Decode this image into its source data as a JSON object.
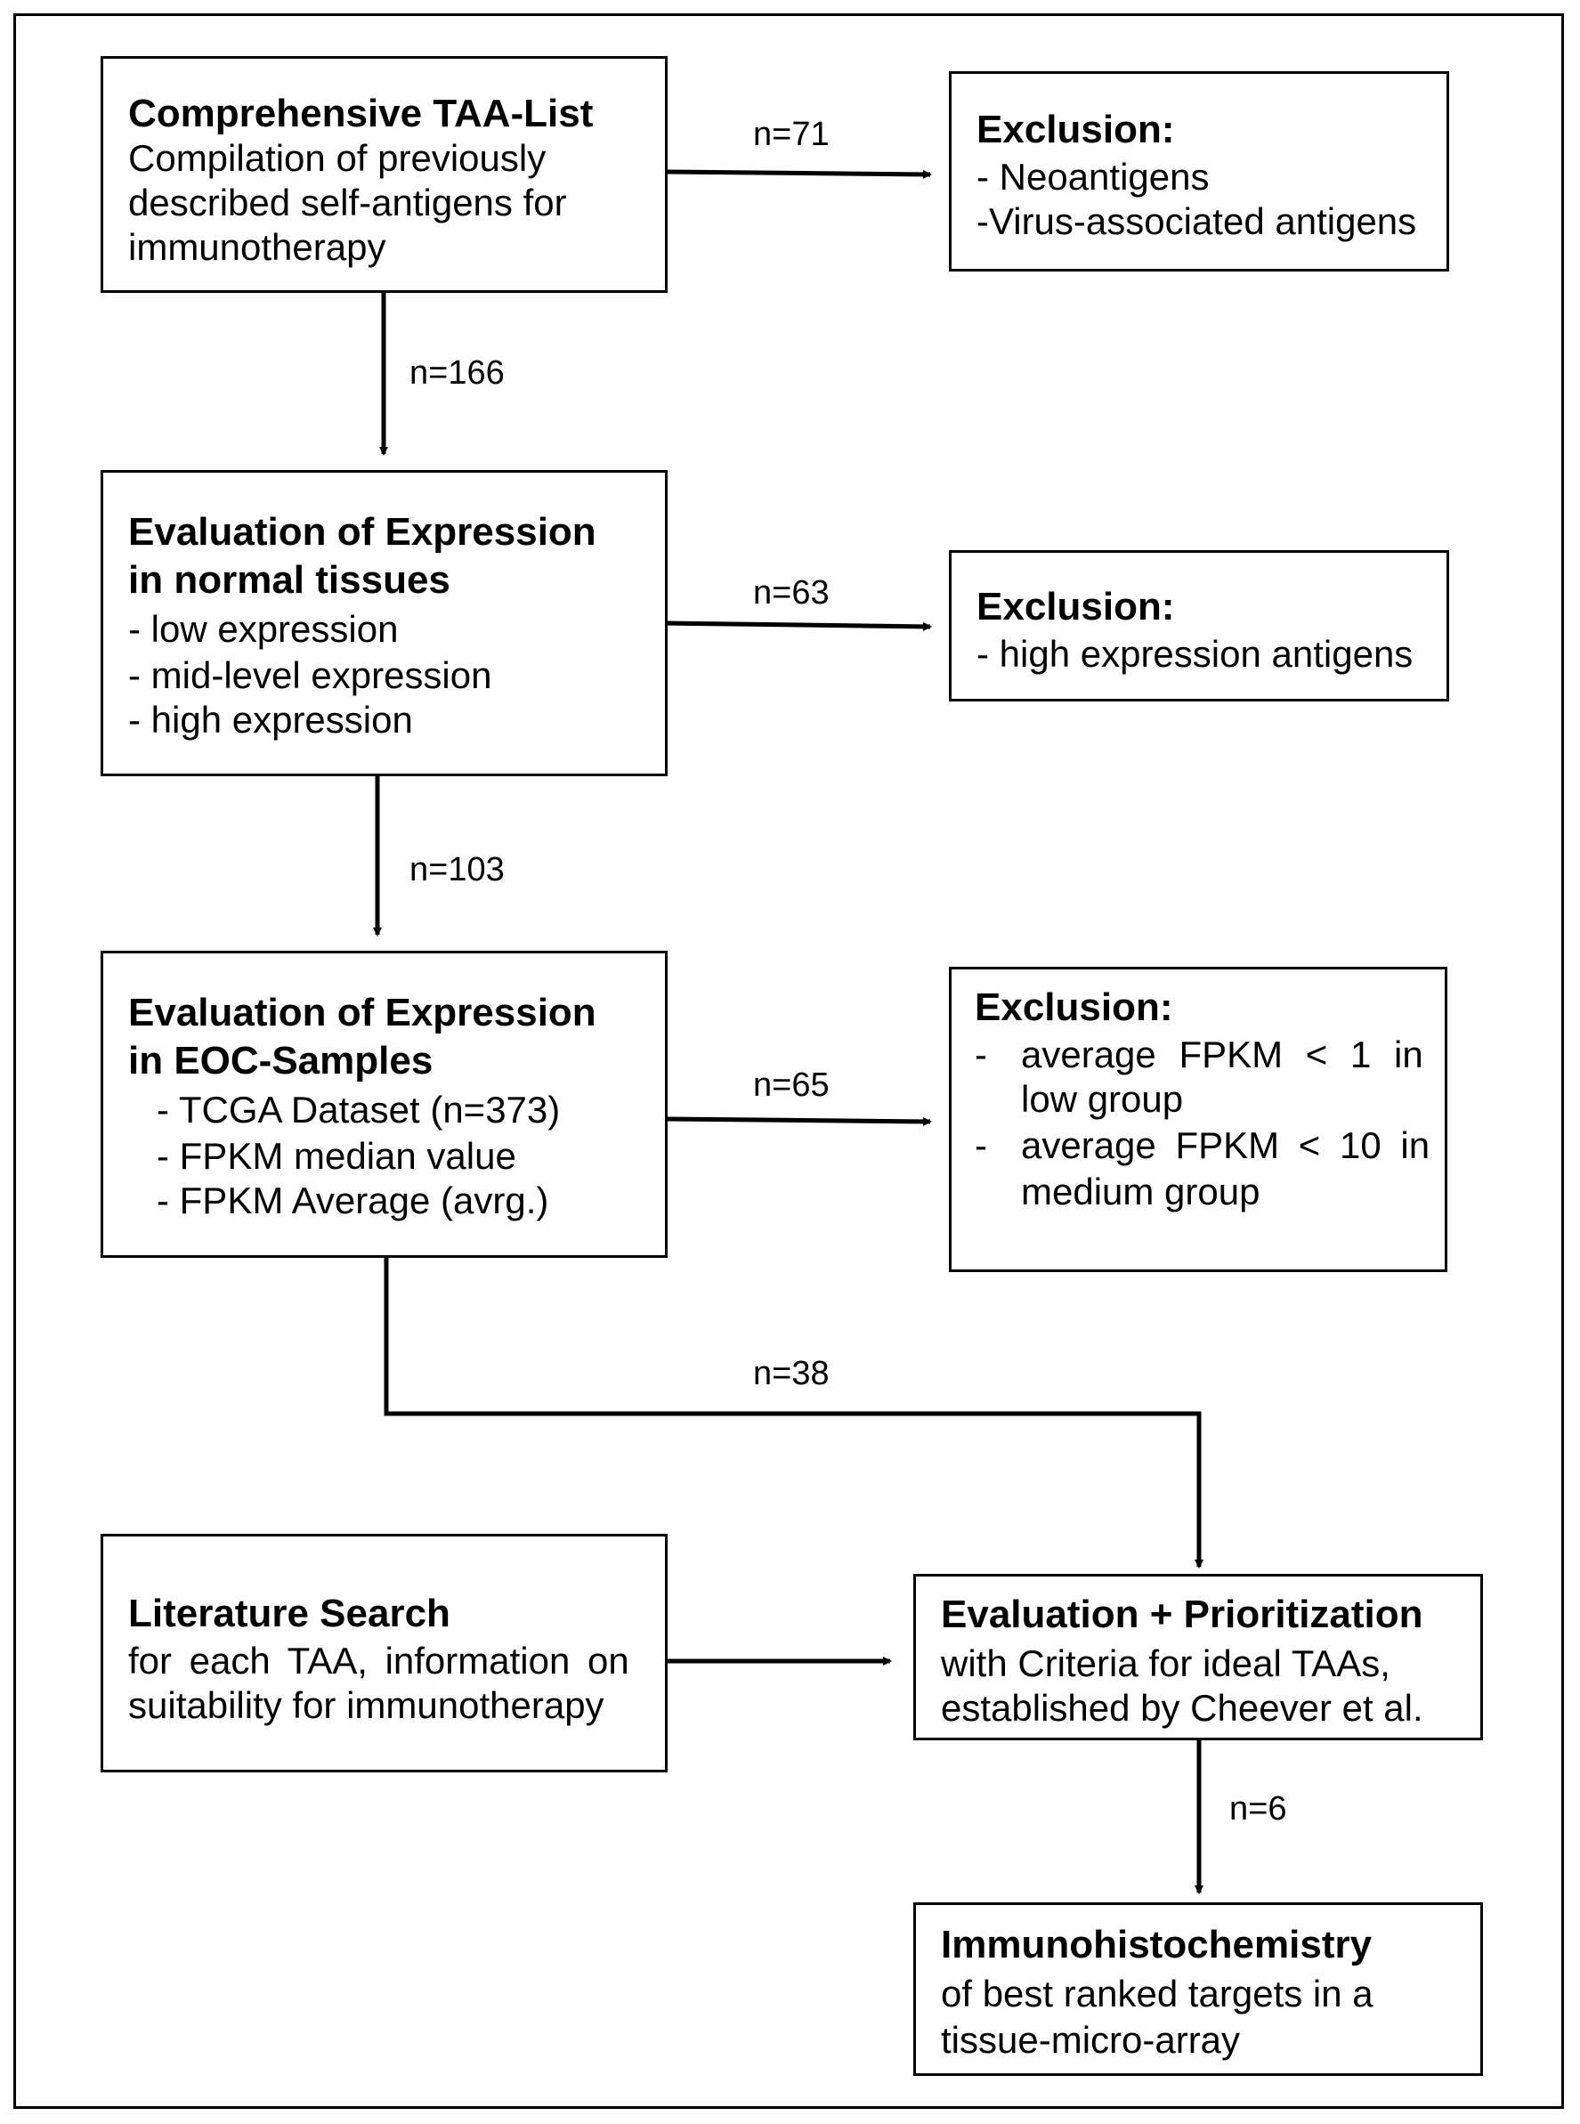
{
  "box1": {
    "title": "Comprehensive TAA-List",
    "lines": [
      "Compilation of previously",
      "described self-antigens for",
      "immunotherapy"
    ]
  },
  "excl1": {
    "title": "Exclusion:",
    "lines": [
      "- Neoantigens",
      "-Virus-associated antigens"
    ]
  },
  "box2": {
    "title_lines": [
      "Evaluation of Expression",
      "in normal tissues"
    ],
    "lines": [
      "- low expression",
      "- mid-level expression",
      "- high expression"
    ]
  },
  "excl2": {
    "title": "Exclusion:",
    "lines": [
      "- high expression antigens"
    ]
  },
  "box3": {
    "title_lines": [
      "Evaluation of Expression",
      "in EOC-Samples"
    ],
    "lines": [
      "- TCGA Dataset (n=373)",
      "- FPKM median value",
      "- FPKM Average (avrg.)"
    ]
  },
  "excl3": {
    "title": "Exclusion:",
    "items": [
      {
        "bullet": "-",
        "line1": "average FPKM < 1 in",
        "line2": "low group"
      },
      {
        "bullet": "-",
        "line1": "average FPKM < 10 in",
        "line2": "medium group"
      }
    ]
  },
  "lit": {
    "title": "Literature Search",
    "lines": [
      "for each TAA, information on",
      "suitability for immunotherapy"
    ]
  },
  "evalp": {
    "title": "Evaluation + Prioritization",
    "lines": [
      "with Criteria for ideal TAAs,",
      "established by Cheever et al."
    ]
  },
  "ihc": {
    "title": "Immunohistochemistry",
    "lines": [
      "of best ranked targets in a",
      "tissue-micro-array"
    ]
  },
  "labels": {
    "n71": "n=71",
    "n166": "n=166",
    "n63": "n=63",
    "n103": "n=103",
    "n65": "n=65",
    "n38": "n=38",
    "n6": "n=6"
  }
}
